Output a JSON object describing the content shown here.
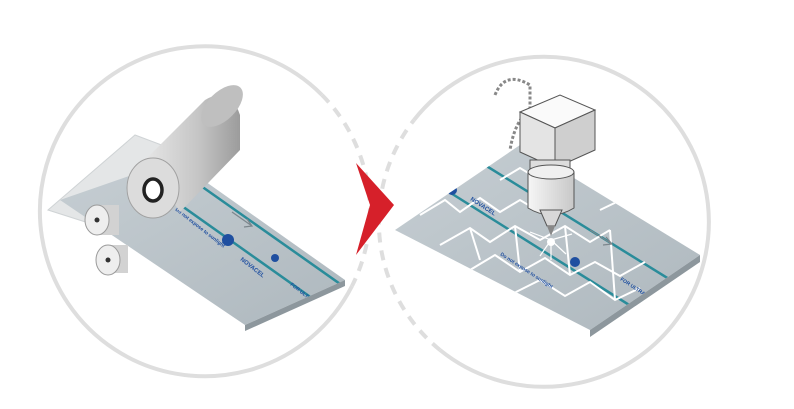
{
  "diagram": {
    "colors": {
      "ring": "#dcdcdc",
      "film": "#b9c2c8",
      "film_dark": "#a7b0b6",
      "roll": "#c9c9c9",
      "stripe": "#2a8c9a",
      "accent": "#1f4fa0",
      "arrow": "#d6202a",
      "cut": "#ffffff"
    },
    "steps": [
      {
        "name": "lamination",
        "icon": "film-roll-icon",
        "film_labels": [
          {
            "text": "NOVACEL"
          },
          {
            "text": "FOR ULTRA PROTECTION"
          },
          {
            "text": "Do not expose to sunlight"
          }
        ]
      },
      {
        "name": "laser-cutting",
        "icon": "laser-head-icon",
        "film_labels": [
          {
            "text": "NOVACEL"
          },
          {
            "text": "FOR ULTRA PROTECTION"
          },
          {
            "text": "Do not expose to sunlight"
          }
        ]
      }
    ],
    "flow_arrow": "chevron-right-icon"
  }
}
